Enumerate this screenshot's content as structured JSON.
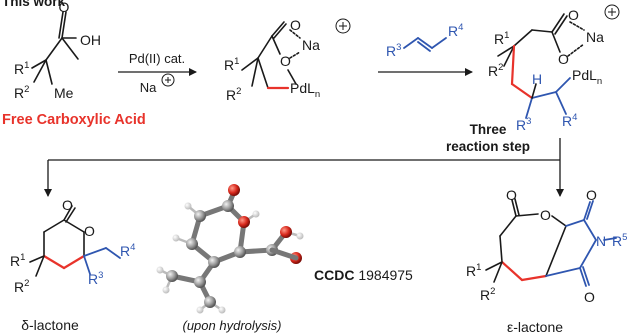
{
  "header_fragment": "This work",
  "start_material": {
    "caption": "Free Carboxylic Acid",
    "atoms": {
      "oh": "OH",
      "r1": "R1",
      "r2": "R2",
      "me": "Me"
    }
  },
  "step1": {
    "reagent_top": "Pd(II) cat.",
    "reagent_bottom": "Na"
  },
  "palladacycle": {
    "atoms": {
      "r1": "R1",
      "r2": "R2",
      "o_top": "O",
      "o_bottom": "O",
      "na": "Na",
      "pd": "PdL",
      "pd_sub": "n"
    }
  },
  "step2": {
    "alkene_r3": "R3",
    "alkene_r4": "R4"
  },
  "insertion_product": {
    "atoms": {
      "r1": "R1",
      "r2": "R2",
      "h": "H",
      "r3": "R3",
      "r4": "R4",
      "o_top": "O",
      "o_bottom": "O",
      "na": "Na",
      "pd": "PdL",
      "pd_sub": "n"
    }
  },
  "note": {
    "line1": "Three",
    "line2": "reaction step"
  },
  "delta_lactone": {
    "caption": "δ-lactone",
    "atoms": {
      "o_carbonyl": "O",
      "o_ring": "O",
      "r1": "R1",
      "r2": "R2",
      "r3": "R3",
      "r4": "R4"
    }
  },
  "crystal": {
    "caption": "(upon hydrolysis)",
    "ccdc_label": "CCDC",
    "ccdc_number": "1984975"
  },
  "epsilon_lactone": {
    "caption": "ε-lactone",
    "atoms": {
      "o_carbonyl": "O",
      "o_ring": "O",
      "o_imide_top": "O",
      "o_imide_bottom": "O",
      "n": "N",
      "r5": "R5",
      "r1": "R1",
      "r2": "R2"
    }
  }
}
